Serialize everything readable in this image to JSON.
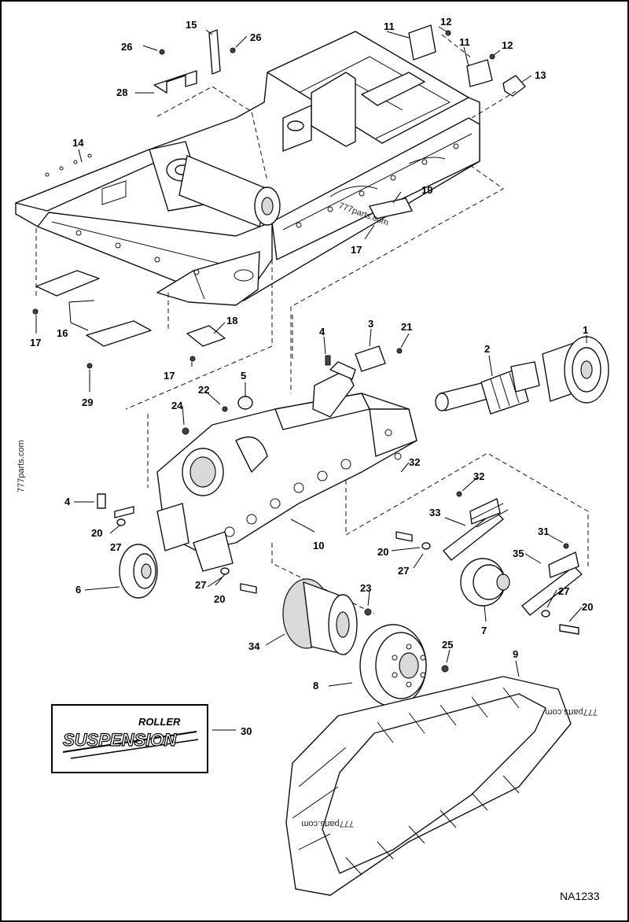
{
  "drawing_code": "NA1233",
  "watermark": "777parts.com",
  "logo": {
    "line1": "ROLLER",
    "line2": "SUSPENSION"
  },
  "callouts": [
    "1",
    "2",
    "3",
    "4",
    "5",
    "6",
    "7",
    "8",
    "9",
    "10",
    "11",
    "12",
    "13",
    "14",
    "15",
    "16",
    "17",
    "18",
    "19",
    "20",
    "21",
    "22",
    "23",
    "24",
    "25",
    "26",
    "27",
    "28",
    "29",
    "30",
    "31",
    "32",
    "33",
    "34",
    "35"
  ]
}
